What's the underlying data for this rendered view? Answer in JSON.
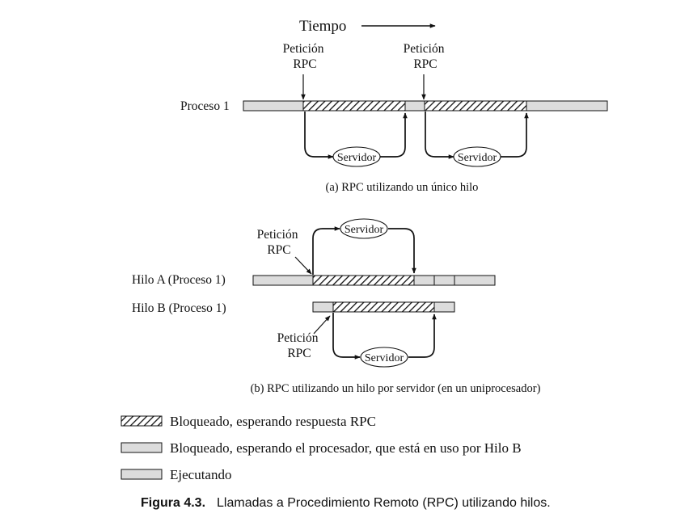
{
  "time_label": "Tiempo",
  "part_a": {
    "request_1": [
      "Petición",
      "RPC"
    ],
    "request_2": [
      "Petición",
      "RPC"
    ],
    "process_label": "Proceso 1",
    "server_1": "Servidor",
    "server_2": "Servidor",
    "caption": "(a) RPC utilizando un único hilo"
  },
  "part_b": {
    "request_a": [
      "Petición",
      "RPC"
    ],
    "server_a": "Servidor",
    "thread_a_label": "Hilo A (Proceso 1)",
    "thread_b_label": "Hilo B (Proceso 1)",
    "request_b": [
      "Petición",
      "RPC"
    ],
    "server_b": "Servidor",
    "caption": "(b) RPC utilizando un hilo por servidor (en un uniprocesador)"
  },
  "legend": {
    "blocked_rpc": "Bloqueado, esperando respuesta RPC",
    "blocked_cpu": "Bloqueado, esperando el procesador, que está en uso por Hilo B",
    "running": "Ejecutando"
  },
  "figure_caption": {
    "number": "Figura 4.3.",
    "text": "Llamadas a Procedimiento Remoto (RPC) utilizando hilos."
  },
  "colors": {
    "bar_fill": "#dcdcdc",
    "stroke": "#111111",
    "background": "#ffffff"
  }
}
